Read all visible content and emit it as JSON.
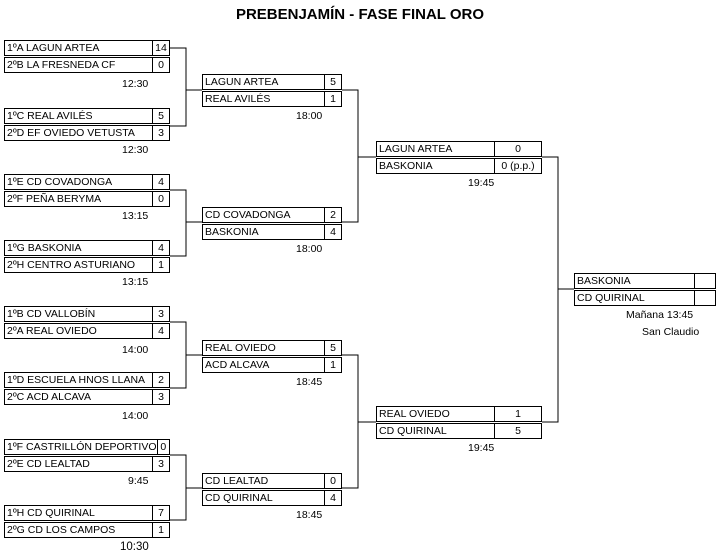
{
  "title": "PREBENJAMÍN - FASE FINAL ORO",
  "round1": [
    {
      "team1": "1ºA LAGUN ARTEA",
      "score1": "14",
      "team2": "2ºB LA FRESNEDA CF",
      "score2": "0",
      "time": "12:30"
    },
    {
      "team1": "1ºC REAL AVILÉS",
      "score1": "5",
      "team2": "2ºD EF OVIEDO VETUSTA",
      "score2": "3",
      "time": "12:30"
    },
    {
      "team1": "1ºE CD COVADONGA",
      "score1": "4",
      "team2": "2ºF PEÑA BERYMA",
      "score2": "0",
      "time": "13:15"
    },
    {
      "team1": "1ºG BASKONIA",
      "score1": "4",
      "team2": "2ºH CENTRO ASTURIANO",
      "score2": "1",
      "time": "13:15"
    },
    {
      "team1": "1ºB CD VALLOBÍN",
      "score1": "3",
      "team2": "2ºA REAL OVIEDO",
      "score2": "4",
      "time": "14:00"
    },
    {
      "team1": "1ºD ESCUELA HNOS LLANA",
      "score1": "2",
      "team2": "2ºC ACD ALCAVA",
      "score2": "3",
      "time": "14:00"
    },
    {
      "team1": "1ºF CASTRILLÓN DEPORTIVO",
      "score1": "0",
      "team2": "2ºE CD LEALTAD",
      "score2": "3",
      "time": "9:45"
    },
    {
      "team1": "1ºH CD QUIRINAL",
      "score1": "7",
      "team2": "2ºG CD LOS CAMPOS",
      "score2": "1",
      "time": "10:30"
    }
  ],
  "round2": [
    {
      "team1": "LAGUN ARTEA",
      "score1": "5",
      "team2": "REAL AVILÉS",
      "score2": "1",
      "time": "18:00"
    },
    {
      "team1": "CD COVADONGA",
      "score1": "2",
      "team2": "BASKONIA",
      "score2": "4",
      "time": "18:00"
    },
    {
      "team1": "REAL OVIEDO",
      "score1": "5",
      "team2": "ACD ALCAVA",
      "score2": "1",
      "time": "18:45"
    },
    {
      "team1": "CD LEALTAD",
      "score1": "0",
      "team2": "CD QUIRINAL",
      "score2": "4",
      "time": "18:45"
    }
  ],
  "round3": [
    {
      "team1": "LAGUN ARTEA",
      "score1": "0",
      "team2": "BASKONIA",
      "score2": "0 (p.p.)",
      "time": "19:45"
    },
    {
      "team1": "REAL OVIEDO",
      "score1": "1",
      "team2": "CD QUIRINAL",
      "score2": "5",
      "time": "19:45"
    }
  ],
  "final": {
    "team1": "BASKONIA",
    "score1": "",
    "team2": "CD QUIRINAL",
    "score2": "",
    "time": "Mañana 13:45",
    "venue": "San Claudio"
  }
}
